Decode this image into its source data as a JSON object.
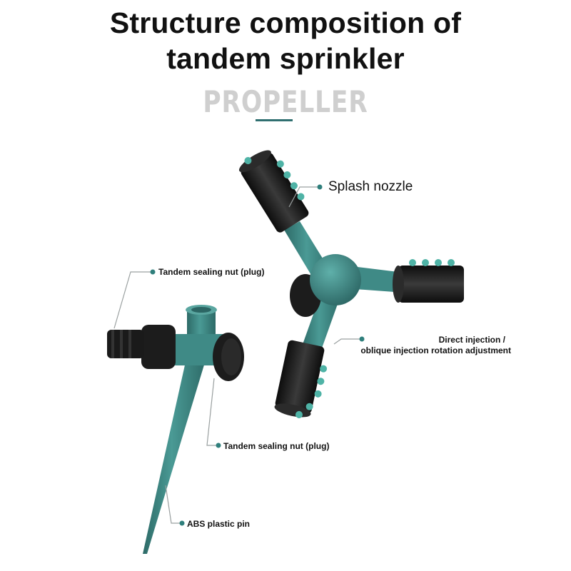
{
  "title_line1": "Structure composition of",
  "title_line2": "tandem sprinkler",
  "subtitle": "PROPELLER",
  "labels": {
    "splash_nozzle": "Splash nozzle",
    "tandem_sealing_nut_top": "Tandem sealing nut (plug)",
    "direct_injection_line1": "Direct injection /",
    "direct_injection_line2": "oblique injection rotation adjustment",
    "tandem_sealing_nut_bottom": "Tandem sealing nut (plug)",
    "abs_plastic_pin": "ABS plastic pin"
  },
  "colors": {
    "teal_body": "#3f8a86",
    "teal_dark": "#2c6664",
    "nozzle_black": "#1a1a1a",
    "nozzle_dot": "#4fb3a6",
    "leader_line": "#9aa0a0",
    "marker_dot": "#2f7f7c"
  }
}
